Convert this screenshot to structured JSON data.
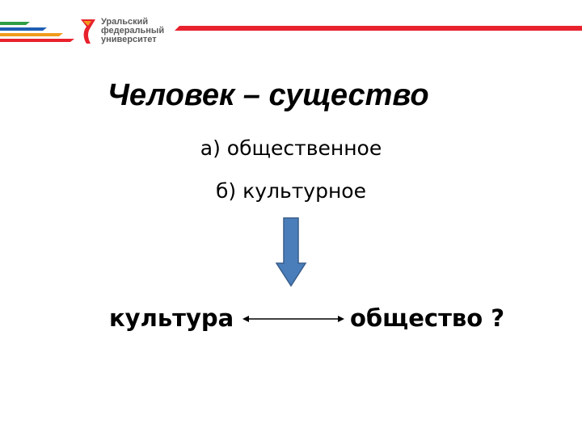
{
  "header": {
    "logo_lines": [
      "Уральский",
      "федеральный",
      "университет"
    ],
    "colors": {
      "green": "#2e9e45",
      "blue": "#1f5fb3",
      "orange": "#f19a1c",
      "red": "#e8222d"
    }
  },
  "slide": {
    "title": "Человек – существо",
    "items": [
      "а) общественное",
      "б) культурное"
    ],
    "arrow_color": "#4a7ebb",
    "left_term": "культура",
    "right_term": "общество ?"
  }
}
